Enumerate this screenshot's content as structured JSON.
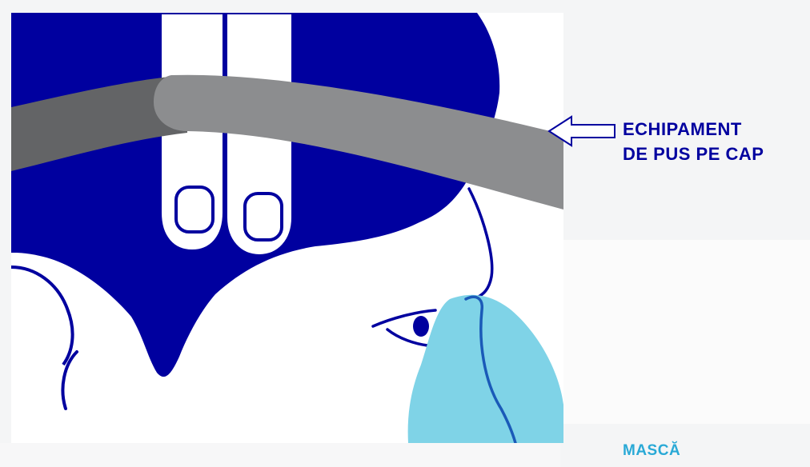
{
  "labels": {
    "headgear_line1": "ECHIPAMENT",
    "headgear_line2": "DE PUS PE CAP",
    "mask": "MASCĂ"
  },
  "colors": {
    "background": "#f4f5f6",
    "illustration_bg": "#ffffff",
    "hair_dark_blue": "#00009f",
    "strap_gray": "#8c8d8f",
    "strap_gray_dark": "#636466",
    "mask_light_blue": "#7fd3e7",
    "mask_outline": "#1a5ab8",
    "headgear_label": "#00009f",
    "mask_label": "#29a9d6"
  },
  "icons": {
    "arrow": "left-arrow-outline-icon"
  }
}
